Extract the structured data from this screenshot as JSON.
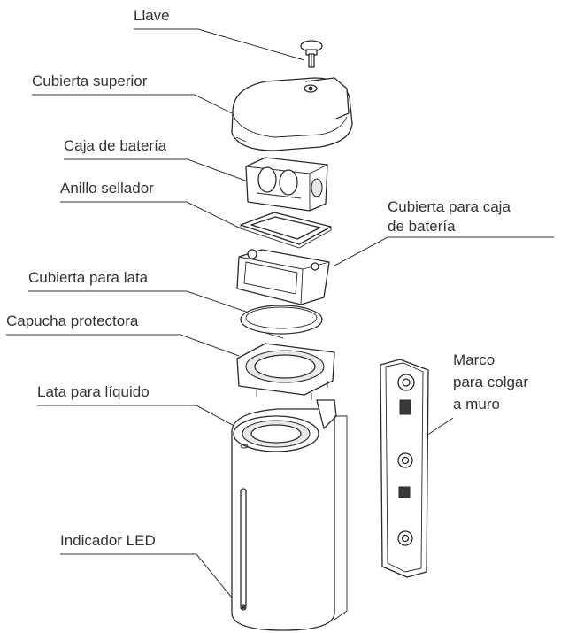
{
  "labels": {
    "llave": "Llave",
    "cubierta_superior": "Cubierta superior",
    "caja_bateria": "Caja de batería",
    "anillo_sellador": "Anillo sellador",
    "cubierta_caja_bateria_line1": "Cubierta para caja",
    "cubierta_caja_bateria_line2": "de batería",
    "cubierta_lata": "Cubierta para lata",
    "capucha_protectora": "Capucha protectora",
    "lata_liquido": "Lata para líquido",
    "marco_line1": "Marco",
    "marco_line2": "para colgar",
    "marco_line3": "a muro",
    "indicador_led": "Indicador LED"
  },
  "icons": {
    "key": "key-icon",
    "top-cover": "top-cover-icon",
    "battery-box": "battery-box-icon",
    "sealing-ring": "sealing-ring-icon",
    "battery-box-cover": "battery-box-cover-icon",
    "can-cover": "can-cover-icon",
    "protective-cap": "protective-cap-icon",
    "liquid-can": "liquid-can-icon",
    "wall-frame": "wall-frame-icon",
    "led-indicator": "led-indicator-icon"
  },
  "colors": {
    "line": "#2a2a2a",
    "text": "#333333",
    "background": "#ffffff"
  }
}
